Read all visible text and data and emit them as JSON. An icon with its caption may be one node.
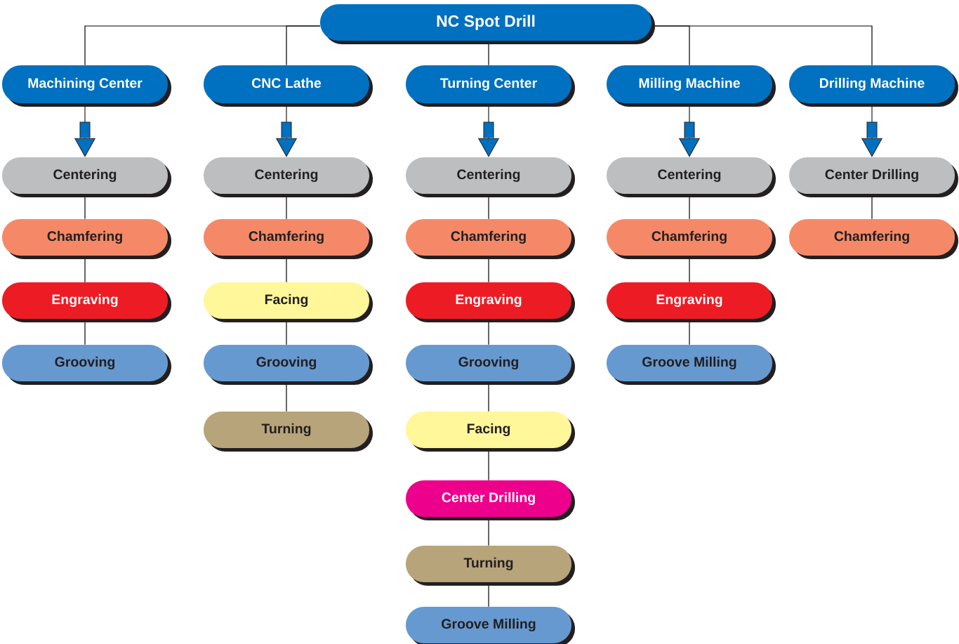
{
  "diagram": {
    "nodes": [
      {
        "text": [
          "NC Spot Drill"
        ]
      },
      {
        "text": [
          "Machining Center"
        ]
      },
      {
        "text": [
          "CNC Lathe"
        ]
      },
      {
        "text": [
          "Turning Center"
        ]
      },
      {
        "text": [
          "Milling Machine"
        ]
      },
      {
        "text": [
          "Drilling Machine"
        ]
      },
      {
        "text": [
          "Centering"
        ]
      },
      {
        "text": [
          "Chamfering"
        ]
      },
      {
        "text": [
          "Engraving"
        ]
      },
      {
        "text": [
          "Grooving"
        ]
      },
      {
        "text": [
          "Centering"
        ]
      },
      {
        "text": [
          "Chamfering"
        ]
      },
      {
        "text": [
          "Facing"
        ]
      },
      {
        "text": [
          "Grooving"
        ]
      },
      {
        "text": [
          "Turning"
        ]
      },
      {
        "text": [
          "Centering"
        ]
      },
      {
        "text": [
          "Chamfering"
        ]
      },
      {
        "text": [
          "Engraving"
        ]
      },
      {
        "text": [
          "Grooving"
        ]
      },
      {
        "text": [
          "Facing"
        ]
      },
      {
        "text": [
          "Center Drilling"
        ]
      },
      {
        "text": [
          "Turning"
        ]
      },
      {
        "text": [
          "Groove Milling"
        ]
      },
      {
        "text": [
          "Centering"
        ]
      },
      {
        "text": [
          "Chamfering"
        ]
      },
      {
        "text": [
          "Engraving"
        ]
      },
      {
        "text": [
          "Groove Milling"
        ]
      },
      {
        "text": [
          "Center Drilling"
        ]
      },
      {
        "text": [
          "Chamfering"
        ]
      }
    ],
    "edges": [
      {
        "from": 0,
        "to": 1,
        "arrow": "none"
      },
      {
        "from": 0,
        "to": 2,
        "arrow": "none"
      },
      {
        "from": 0,
        "to": 3,
        "arrow": "none"
      },
      {
        "from": 0,
        "to": 4,
        "arrow": "none"
      },
      {
        "from": 0,
        "to": 5,
        "arrow": "none"
      },
      {
        "from": 1,
        "to": 6,
        "arrow": "to"
      },
      {
        "from": 6,
        "to": 7,
        "arrow": "none"
      },
      {
        "from": 7,
        "to": 8,
        "arrow": "none"
      },
      {
        "from": 8,
        "to": 9,
        "arrow": "none"
      },
      {
        "from": 2,
        "to": 10,
        "arrow": "to"
      },
      {
        "from": 10,
        "to": 11,
        "arrow": "none"
      },
      {
        "from": 11,
        "to": 12,
        "arrow": "none"
      },
      {
        "from": 12,
        "to": 13,
        "arrow": "none"
      },
      {
        "from": 13,
        "to": 14,
        "arrow": "none"
      },
      {
        "from": 3,
        "to": 15,
        "arrow": "to"
      },
      {
        "from": 15,
        "to": 16,
        "arrow": "none"
      },
      {
        "from": 16,
        "to": 17,
        "arrow": "none"
      },
      {
        "from": 17,
        "to": 18,
        "arrow": "none"
      },
      {
        "from": 18,
        "to": 19,
        "arrow": "none"
      },
      {
        "from": 19,
        "to": 20,
        "arrow": "none"
      },
      {
        "from": 20,
        "to": 21,
        "arrow": "none"
      },
      {
        "from": 21,
        "to": 22,
        "arrow": "none"
      },
      {
        "from": 4,
        "to": 23,
        "arrow": "to"
      },
      {
        "from": 23,
        "to": 24,
        "arrow": "none"
      },
      {
        "from": 24,
        "to": 25,
        "arrow": "none"
      },
      {
        "from": 25,
        "to": 26,
        "arrow": "none"
      },
      {
        "from": 5,
        "to": 27,
        "arrow": "to"
      },
      {
        "from": 27,
        "to": 28,
        "arrow": "none"
      }
    ]
  }
}
